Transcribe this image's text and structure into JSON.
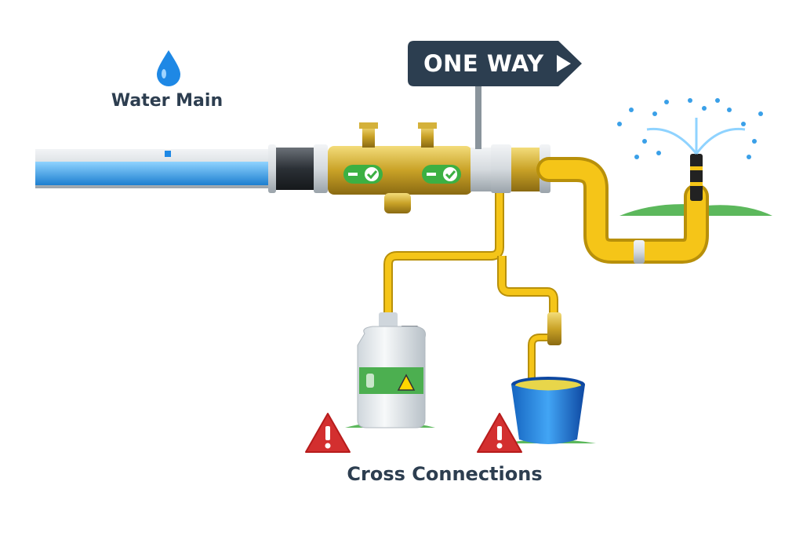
{
  "labels": {
    "water_main": "Water Main",
    "one_way_sign": "ONE WAY",
    "cross_connections": "Cross Connections"
  },
  "colors": {
    "sign": "#2c3e50",
    "water": "#3aa0e8",
    "hose": "#f5c518",
    "brass": "#c9a227",
    "check": "#3cb043",
    "warning": "#d32f2f"
  }
}
